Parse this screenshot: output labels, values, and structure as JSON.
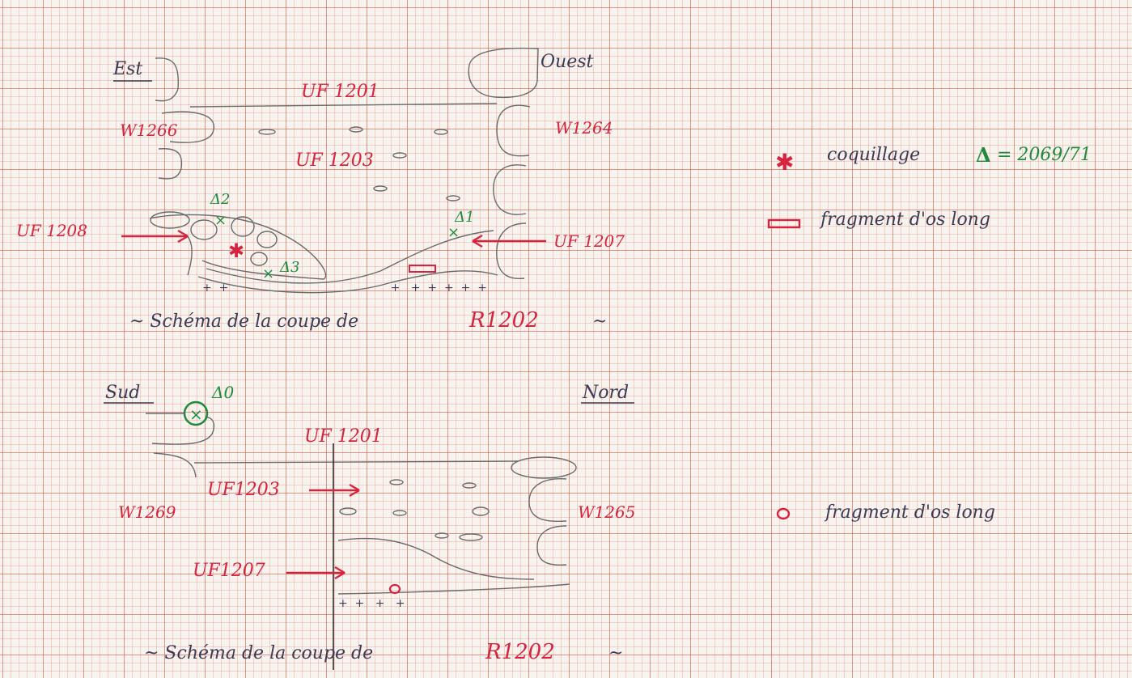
{
  "section1": {
    "left_orientation": "Est",
    "right_orientation": "Ouest",
    "unit_top": "UF 1201",
    "unit_middle": "UF 1203",
    "wall_left": "W1266",
    "wall_right": "W1264",
    "unit_left_arrow": "UF 1208",
    "unit_right_arrow": "UF 1207",
    "markers": [
      "Δ2",
      "Δ3",
      "Δ1"
    ],
    "caption_prefix": "~ Schéma de la coupe de",
    "caption_ref": "R1202",
    "caption_suffix": "~"
  },
  "section2": {
    "left_orientation": "Sud",
    "right_orientation": "Nord",
    "marker_top": "Δ0",
    "unit_top": "UF 1201",
    "unit_middle": "UF1203",
    "unit_bottom": "UF1207",
    "wall_left": "W1269",
    "wall_right": "W1265",
    "caption_prefix": "~ Schéma de la coupe de",
    "caption_ref": "R1202",
    "caption_suffix": "~"
  },
  "legend": {
    "shell_symbol": "✱",
    "shell_label": "coquillage",
    "triangle_symbol": "Δ",
    "triangle_value": "= 2069/71",
    "bone_label_1": "fragment d'os long",
    "bone_label_2": "fragment d'os long"
  },
  "colors": {
    "red_ink": "#d6243f",
    "green_ink": "#1f8a3c",
    "grid": "#d66050"
  }
}
